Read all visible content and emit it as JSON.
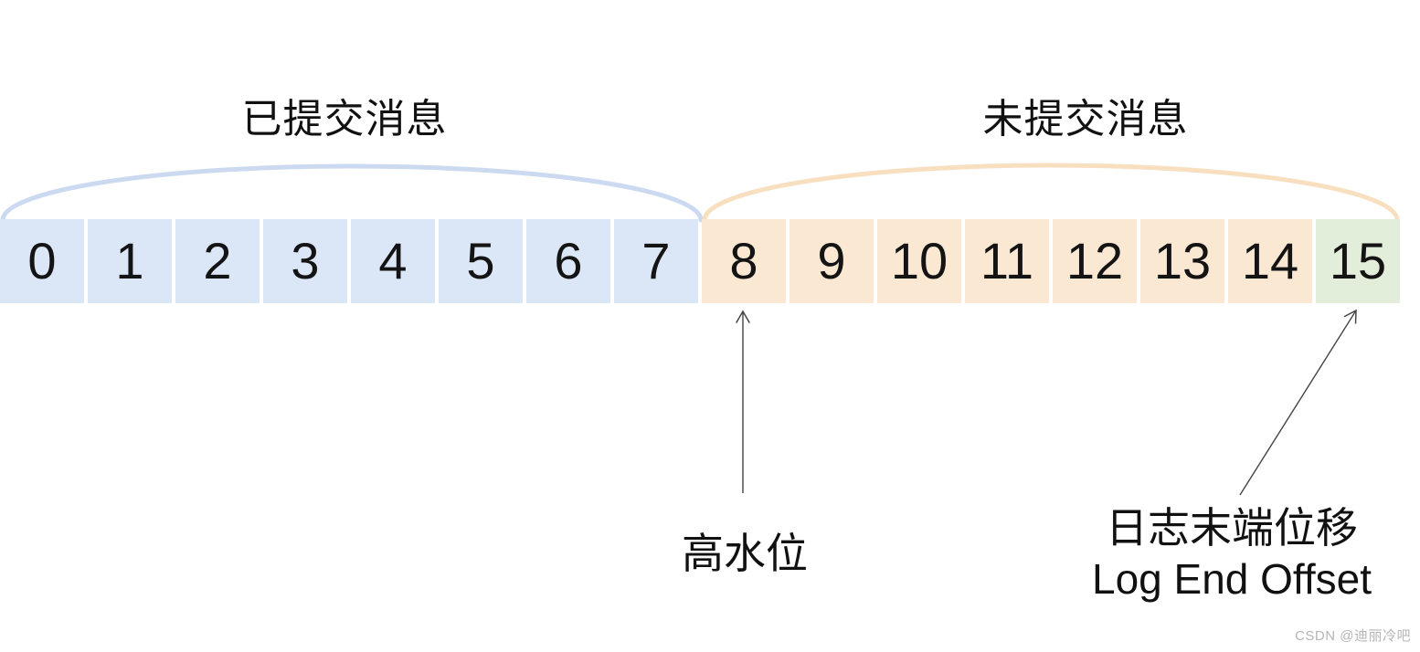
{
  "titles": {
    "committed": "已提交消息",
    "uncommitted": "未提交消息"
  },
  "cells": [
    {
      "label": "0",
      "segment": "committed"
    },
    {
      "label": "1",
      "segment": "committed"
    },
    {
      "label": "2",
      "segment": "committed"
    },
    {
      "label": "3",
      "segment": "committed"
    },
    {
      "label": "4",
      "segment": "committed"
    },
    {
      "label": "5",
      "segment": "committed"
    },
    {
      "label": "6",
      "segment": "committed"
    },
    {
      "label": "7",
      "segment": "committed"
    },
    {
      "label": "8",
      "segment": "uncommitted"
    },
    {
      "label": "9",
      "segment": "uncommitted"
    },
    {
      "label": "10",
      "segment": "uncommitted"
    },
    {
      "label": "11",
      "segment": "uncommitted"
    },
    {
      "label": "12",
      "segment": "uncommitted"
    },
    {
      "label": "13",
      "segment": "uncommitted"
    },
    {
      "label": "14",
      "segment": "uncommitted"
    },
    {
      "label": "15",
      "segment": "log-end"
    }
  ],
  "labels": {
    "high_watermark": "高水位",
    "log_end_cn": "日志末端位移",
    "log_end_en": "Log End Offset"
  },
  "watermark": "CSDN @迪丽冷吧",
  "colors": {
    "committed_fill": "#dbe6f6",
    "uncommitted_fill": "#fae8d2",
    "leo_fill": "#e3eeda",
    "committed_brace": "#ccdaf1",
    "uncommitted_brace": "#f8dfc0",
    "arrow": "#444444",
    "text": "#111111",
    "watermark_text": "#b5b5b5"
  }
}
